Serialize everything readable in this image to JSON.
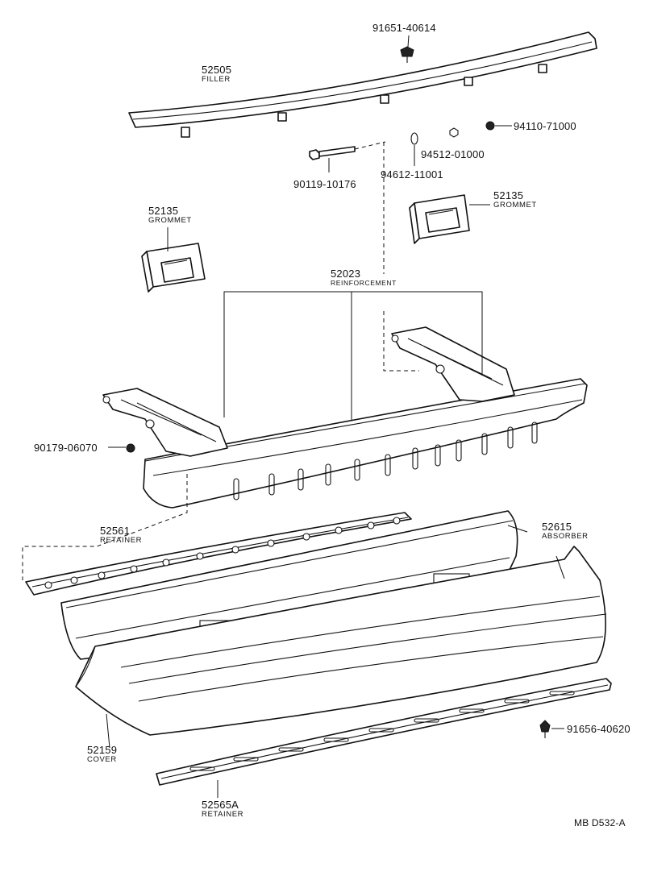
{
  "parts": {
    "filler": {
      "number": "52505",
      "name": "FILLER"
    },
    "clip_top": {
      "number": "91651-40614"
    },
    "nut_right": {
      "number": "94110-71000"
    },
    "washer_a": {
      "number": "94512-01000"
    },
    "washer_b": {
      "number": "94612-11001"
    },
    "bolt": {
      "number": "90119-10176"
    },
    "grommet_left": {
      "number": "52135",
      "name": "GROMMET"
    },
    "grommet_right": {
      "number": "52135",
      "name": "GROMMET"
    },
    "reinforcement": {
      "number": "52023",
      "name": "REINFORCEMENT"
    },
    "nut_left": {
      "number": "90179-06070"
    },
    "retainer_upper": {
      "number": "52561",
      "name": "RETAINER"
    },
    "absorber": {
      "number": "52615",
      "name": "ABSORBER"
    },
    "cover": {
      "number": "52159",
      "name": "COVER"
    },
    "clip_bottom": {
      "number": "91656-40620"
    },
    "retainer_lower": {
      "number": "52565A",
      "name": "RETAINER"
    }
  },
  "diagram_code": "MB D532-A"
}
